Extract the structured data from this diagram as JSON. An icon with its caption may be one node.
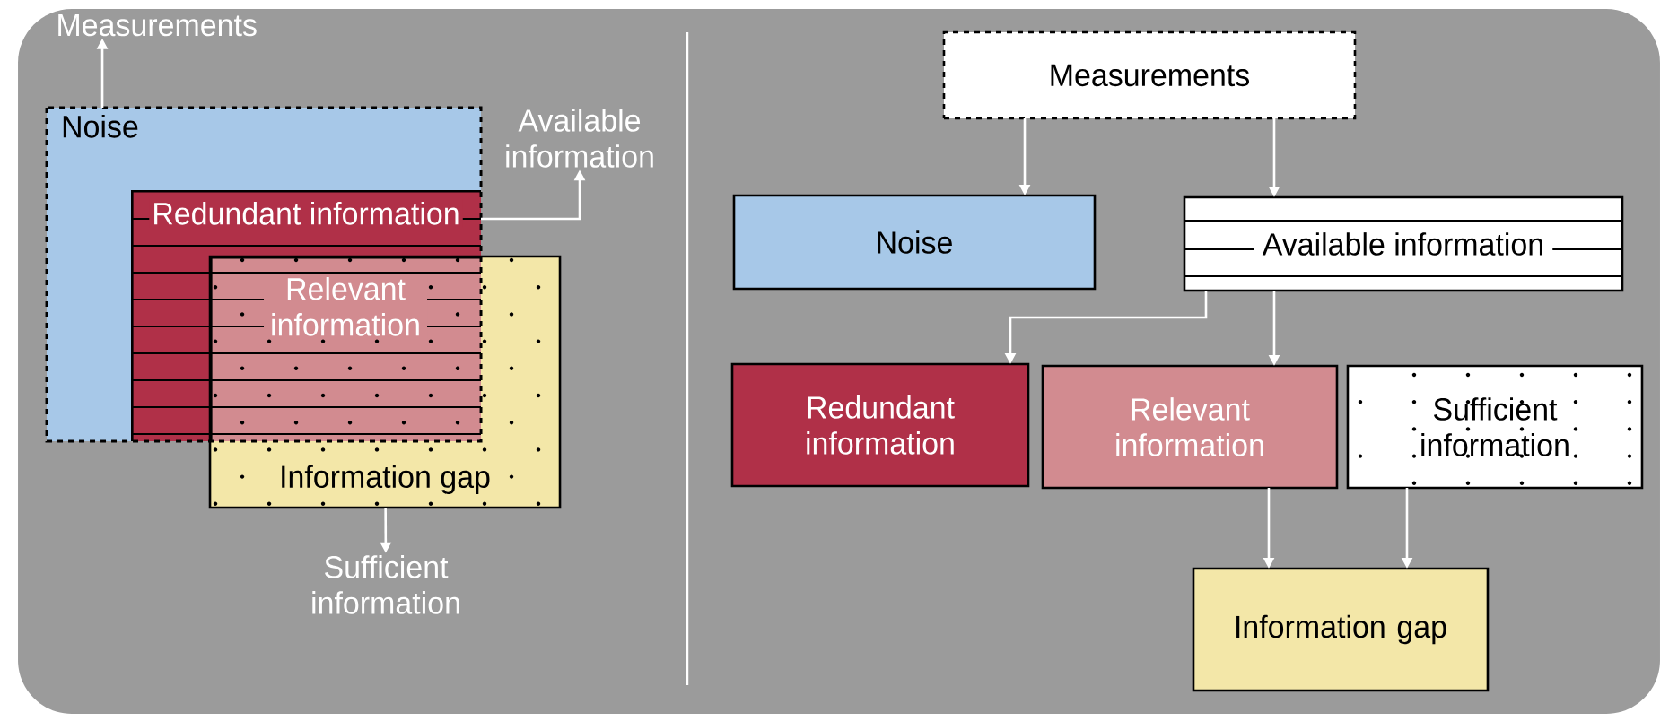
{
  "diagram": {
    "nodes": [
      {
        "text": [
          "Measurements"
        ]
      },
      {
        "text": [
          "Noise"
        ]
      },
      {
        "text": [
          "Available information"
        ]
      },
      {
        "text": [
          "Redundant information"
        ],
        "in": 1
      },
      {
        "text": [
          "Relevant information"
        ]
      },
      {
        "text": [
          "Information gap"
        ]
      },
      {
        "text": [
          "Sufficient information"
        ]
      },
      {
        "text": [
          "Measurements"
        ]
      },
      {
        "text": [
          "Noise"
        ]
      },
      {
        "text": [
          "Available information"
        ]
      },
      {
        "text": [
          "Redundant information"
        ]
      },
      {
        "text": [
          "Relevant information"
        ]
      },
      {
        "text": [
          "Sufficient information"
        ]
      },
      {
        "text": [
          "Information gap"
        ]
      }
    ],
    "edges": [
      {
        "from": 1,
        "to": 0,
        "arrow": "to"
      },
      {
        "from": 3,
        "to": 2,
        "arrow": "to"
      },
      {
        "from": 5,
        "to": 6,
        "arrow": "to"
      },
      {
        "from": 7,
        "to": 8,
        "arrow": "to"
      },
      {
        "from": 7,
        "to": 9,
        "arrow": "to"
      },
      {
        "from": 9,
        "to": 10,
        "arrow": "to"
      },
      {
        "from": 9,
        "to": 11,
        "arrow": "to"
      },
      {
        "from": 11,
        "to": 13,
        "arrow": "to"
      },
      {
        "from": 12,
        "to": 13,
        "arrow": "to"
      }
    ]
  }
}
